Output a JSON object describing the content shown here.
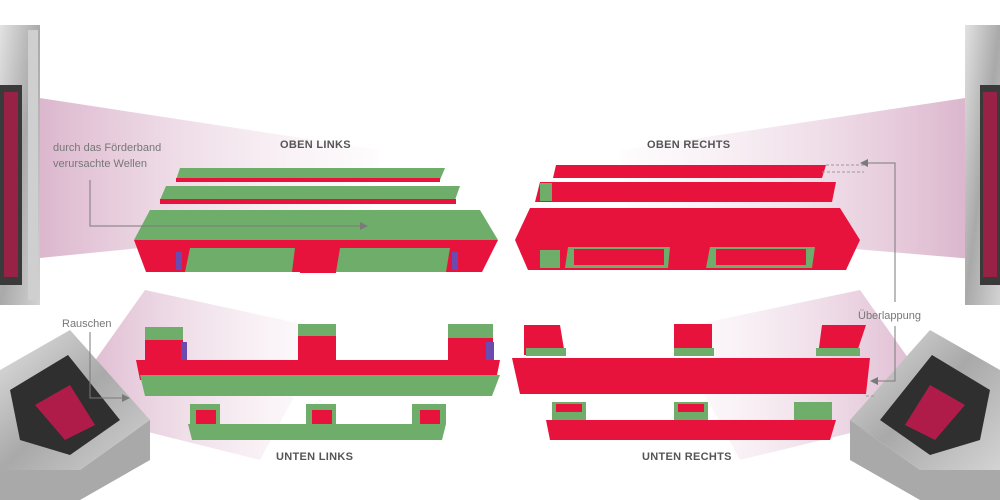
{
  "labels": {
    "top_left": "OBEN LINKS",
    "top_right": "OBEN RECHTS",
    "bottom_left": "UNTEN LINKS",
    "bottom_right": "UNTEN RECHTS"
  },
  "annotations": {
    "waves_line1": "durch das Förderband",
    "waves_line2": "verursachte Wellen",
    "noise": "Rauschen",
    "overlap": "Überlappung"
  },
  "colors": {
    "green": "#6fad6a",
    "red": "#e8133d",
    "purple": "#6a4bb0",
    "beam": "#c58bb0",
    "scanner": "#b9b9b9",
    "accent": "#b01c4a"
  }
}
